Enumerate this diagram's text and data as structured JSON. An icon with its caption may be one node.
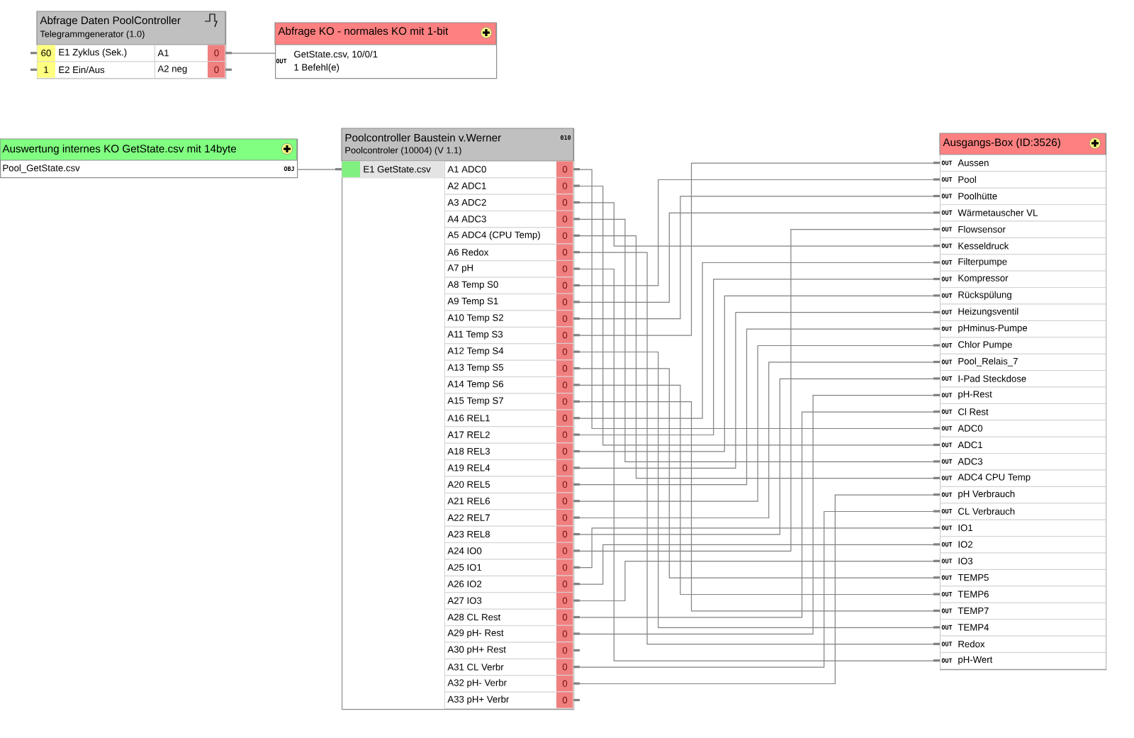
{
  "diagram": {
    "nodes": [
      {
        "text": [
          "Abfrage Daten PoolController",
          "Telegrammgenerator (1.0)"
        ]
      },
      {
        "text": [
          "60",
          "E1 Zyklus (Sek.)"
        ],
        "in": 0
      },
      {
        "text": [
          "A1",
          "0"
        ],
        "in": 0
      },
      {
        "text": [
          "1",
          "E2 Ein/Aus"
        ],
        "in": 0
      },
      {
        "text": [
          "A2 neg",
          "0"
        ],
        "in": 0
      },
      {
        "text": [
          "Abfrage KO - normales KO mit 1-bit",
          "OUT",
          "GetState.csv, 10/0/1",
          "1 Befehl(e)"
        ]
      },
      {
        "text": [
          "Auswertung internes KO GetState.csv mit 14byte",
          "Pool_GetState.csv",
          "OBJ"
        ]
      },
      {
        "text": [
          "Poolcontroller Baustein v.Werner",
          "Poolcontroler (10004) (V 1.1)",
          "010"
        ]
      },
      {
        "text": [
          "E1 GetState.csv"
        ],
        "in": 7
      },
      {
        "text": [
          "A1 ADC0",
          "0"
        ],
        "in": 7
      },
      {
        "text": [
          "A2 ADC1",
          "0"
        ],
        "in": 7
      },
      {
        "text": [
          "A3 ADC2",
          "0"
        ],
        "in": 7
      },
      {
        "text": [
          "A4 ADC3",
          "0"
        ],
        "in": 7
      },
      {
        "text": [
          "A5 ADC4 (CPU Temp)",
          "0"
        ],
        "in": 7
      },
      {
        "text": [
          "A6 Redox",
          "0"
        ],
        "in": 7
      },
      {
        "text": [
          "A7 pH",
          "0"
        ],
        "in": 7
      },
      {
        "text": [
          "A8 Temp S0",
          "0"
        ],
        "in": 7
      },
      {
        "text": [
          "A9 Temp S1",
          "0"
        ],
        "in": 7
      },
      {
        "text": [
          "A10 Temp S2",
          "0"
        ],
        "in": 7
      },
      {
        "text": [
          "A11 Temp S3",
          "0"
        ],
        "in": 7
      },
      {
        "text": [
          "A12 Temp S4",
          "0"
        ],
        "in": 7
      },
      {
        "text": [
          "A13 Temp S5",
          "0"
        ],
        "in": 7
      },
      {
        "text": [
          "A14 Temp S6",
          "0"
        ],
        "in": 7
      },
      {
        "text": [
          "A15 Temp S7",
          "0"
        ],
        "in": 7
      },
      {
        "text": [
          "A16 REL1",
          "0"
        ],
        "in": 7
      },
      {
        "text": [
          "A17 REL2",
          "0"
        ],
        "in": 7
      },
      {
        "text": [
          "A18 REL3",
          "0"
        ],
        "in": 7
      },
      {
        "text": [
          "A19 REL4",
          "0"
        ],
        "in": 7
      },
      {
        "text": [
          "A20 REL5",
          "0"
        ],
        "in": 7
      },
      {
        "text": [
          "A21 REL6",
          "0"
        ],
        "in": 7
      },
      {
        "text": [
          "A22 REL7",
          "0"
        ],
        "in": 7
      },
      {
        "text": [
          "A23 REL8",
          "0"
        ],
        "in": 7
      },
      {
        "text": [
          "A24 IO0",
          "0"
        ],
        "in": 7
      },
      {
        "text": [
          "A25 IO1",
          "0"
        ],
        "in": 7
      },
      {
        "text": [
          "A26 IO2",
          "0"
        ],
        "in": 7
      },
      {
        "text": [
          "A27 IO3",
          "0"
        ],
        "in": 7
      },
      {
        "text": [
          "A28 CL Rest",
          "0"
        ],
        "in": 7
      },
      {
        "text": [
          "A29 pH- Rest",
          "0"
        ],
        "in": 7
      },
      {
        "text": [
          "A30 pH+ Rest",
          "0"
        ],
        "in": 7
      },
      {
        "text": [
          "A31 CL Verbr",
          "0"
        ],
        "in": 7
      },
      {
        "text": [
          "A32 pH- Verbr",
          "0"
        ],
        "in": 7
      },
      {
        "text": [
          "A33 pH+ Verbr",
          "0"
        ],
        "in": 7
      },
      {
        "text": [
          "Ausgangs-Box (ID:3526)"
        ]
      },
      {
        "text": [
          "OUT",
          "Aussen"
        ],
        "in": 42
      },
      {
        "text": [
          "OUT",
          "Pool"
        ],
        "in": 42
      },
      {
        "text": [
          "OUT",
          "Poolhütte"
        ],
        "in": 42
      },
      {
        "text": [
          "OUT",
          "Wärmetauscher VL"
        ],
        "in": 42
      },
      {
        "text": [
          "OUT",
          "Flowsensor"
        ],
        "in": 42
      },
      {
        "text": [
          "OUT",
          "Kesseldruck"
        ],
        "in": 42
      },
      {
        "text": [
          "OUT",
          "Filterpumpe"
        ],
        "in": 42
      },
      {
        "text": [
          "OUT",
          "Kompressor"
        ],
        "in": 42
      },
      {
        "text": [
          "OUT",
          "Rückspülung"
        ],
        "in": 42
      },
      {
        "text": [
          "OUT",
          "Heizungsventil"
        ],
        "in": 42
      },
      {
        "text": [
          "OUT",
          "pHminus-Pumpe"
        ],
        "in": 42
      },
      {
        "text": [
          "OUT",
          "Chlor Pumpe"
        ],
        "in": 42
      },
      {
        "text": [
          "OUT",
          "Pool_Relais_7"
        ],
        "in": 42
      },
      {
        "text": [
          "OUT",
          "I-Pad Steckdose"
        ],
        "in": 42
      },
      {
        "text": [
          "OUT",
          "pH-Rest"
        ],
        "in": 42
      },
      {
        "text": [
          "OUT",
          "Cl Rest"
        ],
        "in": 42
      },
      {
        "text": [
          "OUT",
          "ADC0"
        ],
        "in": 42
      },
      {
        "text": [
          "OUT",
          "ADC1"
        ],
        "in": 42
      },
      {
        "text": [
          "OUT",
          "ADC3"
        ],
        "in": 42
      },
      {
        "text": [
          "OUT",
          "ADC4 CPU Temp"
        ],
        "in": 42
      },
      {
        "text": [
          "OUT",
          "pH Verbrauch"
        ],
        "in": 42
      },
      {
        "text": [
          "OUT",
          "CL Verbrauch"
        ],
        "in": 42
      },
      {
        "text": [
          "OUT",
          "IO1"
        ],
        "in": 42
      },
      {
        "text": [
          "OUT",
          "IO2"
        ],
        "in": 42
      },
      {
        "text": [
          "OUT",
          "IO3"
        ],
        "in": 42
      },
      {
        "text": [
          "OUT",
          "TEMP5"
        ],
        "in": 42
      },
      {
        "text": [
          "OUT",
          "TEMP6"
        ],
        "in": 42
      },
      {
        "text": [
          "OUT",
          "TEMP7"
        ],
        "in": 42
      },
      {
        "text": [
          "OUT",
          "TEMP4"
        ],
        "in": 42
      },
      {
        "text": [
          "OUT",
          "Redox"
        ],
        "in": 42
      },
      {
        "text": [
          "OUT",
          "pH-Wert"
        ],
        "in": 42
      }
    ],
    "edges": [
      {
        "from": 2,
        "to": 5,
        "arrow": "none"
      },
      {
        "from": 6,
        "to": 8,
        "arrow": "none"
      },
      {
        "from": 19,
        "to": 43,
        "arrow": "none"
      },
      {
        "from": 16,
        "to": 44,
        "arrow": "none"
      },
      {
        "from": 18,
        "to": 45,
        "arrow": "none"
      },
      {
        "from": 17,
        "to": 46,
        "arrow": "none"
      },
      {
        "from": 32,
        "to": 47,
        "arrow": "none"
      },
      {
        "from": 11,
        "to": 48,
        "arrow": "none"
      },
      {
        "from": 24,
        "to": 49,
        "arrow": "none"
      },
      {
        "from": 25,
        "to": 50,
        "arrow": "none"
      },
      {
        "from": 26,
        "to": 51,
        "arrow": "none"
      },
      {
        "from": 27,
        "to": 52,
        "arrow": "none"
      },
      {
        "from": 28,
        "to": 53,
        "arrow": "none"
      },
      {
        "from": 29,
        "to": 54,
        "arrow": "none"
      },
      {
        "from": 30,
        "to": 55,
        "arrow": "none"
      },
      {
        "from": 31,
        "to": 56,
        "arrow": "none"
      },
      {
        "from": 37,
        "to": 57,
        "arrow": "none"
      },
      {
        "from": 36,
        "to": 58,
        "arrow": "none"
      },
      {
        "from": 9,
        "to": 59,
        "arrow": "none"
      },
      {
        "from": 10,
        "to": 60,
        "arrow": "none"
      },
      {
        "from": 12,
        "to": 61,
        "arrow": "none"
      },
      {
        "from": 13,
        "to": 62,
        "arrow": "none"
      },
      {
        "from": 40,
        "to": 63,
        "arrow": "none"
      },
      {
        "from": 39,
        "to": 64,
        "arrow": "none"
      },
      {
        "from": 33,
        "to": 65,
        "arrow": "none"
      },
      {
        "from": 34,
        "to": 66,
        "arrow": "none"
      },
      {
        "from": 35,
        "to": 67,
        "arrow": "none"
      },
      {
        "from": 21,
        "to": 68,
        "arrow": "none"
      },
      {
        "from": 22,
        "to": 69,
        "arrow": "none"
      },
      {
        "from": 23,
        "to": 70,
        "arrow": "none"
      },
      {
        "from": 20,
        "to": 71,
        "arrow": "none"
      },
      {
        "from": 14,
        "to": 72,
        "arrow": "none"
      },
      {
        "from": 15,
        "to": 73,
        "arrow": "none"
      }
    ]
  }
}
